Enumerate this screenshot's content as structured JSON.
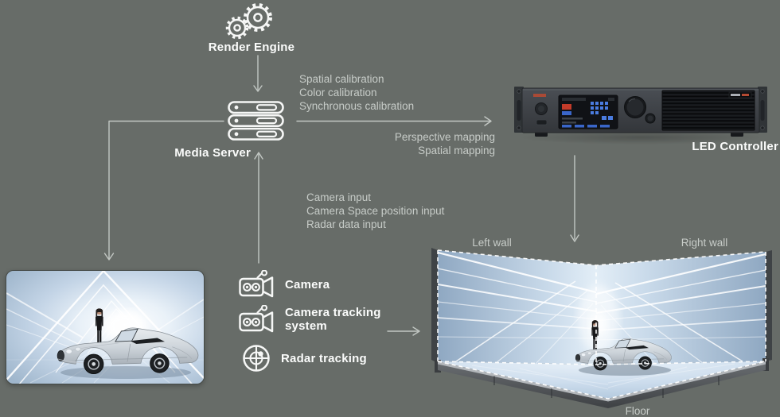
{
  "title": "LED virtual production signal flow diagram",
  "colors": {
    "background": "#676c68",
    "text_bright": "#fbfcfb",
    "text_dim": "#c7ccc8",
    "arrow": "#ccd1cd",
    "device_body": "#3c4046",
    "screen_blue": "#3f6fd8",
    "logo_red": "#b44a33",
    "wall_blue": "#c3d4e6"
  },
  "nodes": {
    "render_engine": {
      "label": "Render Engine",
      "icon": "gears-icon"
    },
    "media_server": {
      "label": "Media Server",
      "icon": "server-stack-icon"
    },
    "led_controller": {
      "label": "LED Controller",
      "icon": "rack-device-image"
    },
    "camera": {
      "label": "Camera",
      "icon": "video-camera-icon"
    },
    "camera_tracking_system": {
      "label": "Camera tracking system",
      "icon": "video-camera-icon"
    },
    "radar_tracking": {
      "label": "Radar tracking",
      "icon": "radar-icon"
    }
  },
  "annotations": {
    "calibration": [
      "Spatial calibration",
      "Color calibration",
      "Synchronous calibration"
    ],
    "mapping": [
      "Perspective mapping",
      "Spatial mapping"
    ],
    "inputs": [
      "Camera input",
      "Camera Space position input",
      "Radar data input"
    ]
  },
  "led_volume": {
    "left_wall": "Left wall",
    "right_wall": "Right wall",
    "floor": "Floor"
  }
}
